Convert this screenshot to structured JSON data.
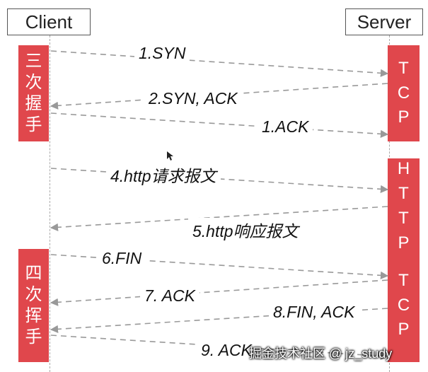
{
  "client": "Client",
  "server": "Server",
  "handshake_label": [
    "三",
    "次",
    "握",
    "手"
  ],
  "wave_label": [
    "四",
    "次",
    "挥",
    "手"
  ],
  "tcp_label": [
    "T",
    "C",
    "P"
  ],
  "http_label": [
    "H",
    "T",
    "T",
    "P"
  ],
  "messages": [
    {
      "text": "1.SYN",
      "dir": "to_server"
    },
    {
      "text": "2.SYN, ACK",
      "dir": "to_client"
    },
    {
      "text": "1.ACK",
      "dir": "to_server"
    },
    {
      "text": "4.http请求报文",
      "dir": "to_server"
    },
    {
      "text": "5.http响应报文",
      "dir": "to_client"
    },
    {
      "text": "6.FIN",
      "dir": "to_server"
    },
    {
      "text": "7. ACK",
      "dir": "to_client"
    },
    {
      "text": "8.FIN, ACK",
      "dir": "to_client"
    },
    {
      "text": "9. ACK",
      "dir": "to_server"
    }
  ],
  "watermark": "掘金技术社区 @ jz_study",
  "colors": {
    "band": "#e0474c",
    "arrow": "#999999"
  }
}
